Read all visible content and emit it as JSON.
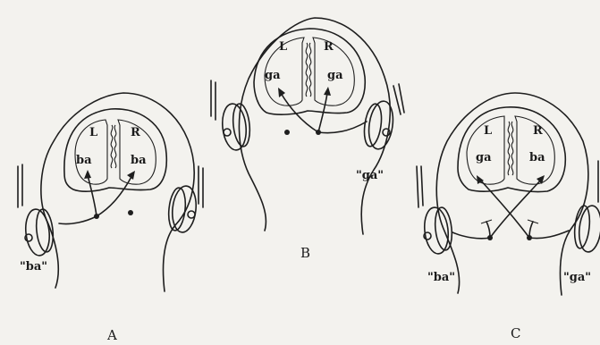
{
  "panels": [
    {
      "id": "A",
      "letter": "A",
      "hemisphere_left": "L",
      "hemisphere_right": "R",
      "percept_left": "ba",
      "percept_right": "ba",
      "left_ear_stimulus": "\"ba\"",
      "right_ear_stimulus": ""
    },
    {
      "id": "B",
      "letter": "B",
      "hemisphere_left": "L",
      "hemisphere_right": "R",
      "percept_left": "ga",
      "percept_right": "ga",
      "left_ear_stimulus": "",
      "right_ear_stimulus": "\"ga\""
    },
    {
      "id": "C",
      "letter": "C",
      "hemisphere_left": "L",
      "hemisphere_right": "R",
      "percept_left": "ga",
      "percept_right": "ba",
      "left_ear_stimulus": "\"ba\"",
      "right_ear_stimulus": "\"ga\""
    }
  ]
}
